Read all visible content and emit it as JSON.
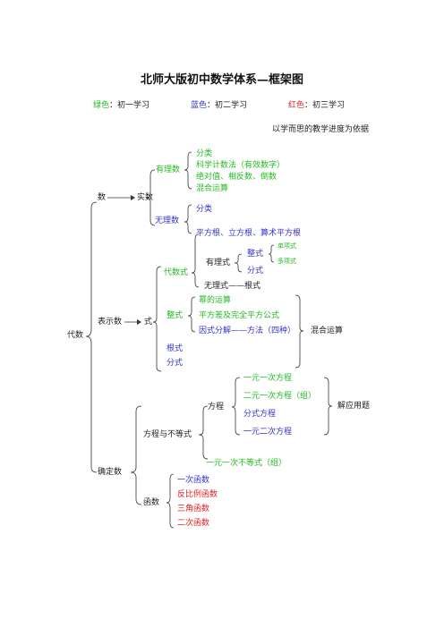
{
  "title": "北师大版初中数学体系—框架图",
  "legend": {
    "green_label": "绿色",
    "green_text": "：初一学习",
    "blue_label": "蓝色",
    "blue_text": "：初二学习",
    "red_label": "红色",
    "red_text": "：初三学习",
    "note": "以学而思的教学进度为依据"
  },
  "colors": {
    "green": "#22bb22",
    "blue": "#3333cc",
    "red": "#dd2222",
    "black": "#222222"
  },
  "tree": {
    "root": "代数",
    "shu": "数",
    "shishu": "实数",
    "youlishu": "有理数",
    "youlishu_items": [
      "分类",
      "科学计数法（有效数字）",
      "绝对值、相反数、倒数",
      "混合运算"
    ],
    "wulishu": "无理数",
    "wulishu_items": [
      "分类",
      "平方根、立方根、算术平方根"
    ],
    "biaoshishu": "表示数",
    "shi": "式",
    "daishushi": "代数式",
    "youlishi": "有理式",
    "zhengshi_a": "整式",
    "danxiangshi": "单项式",
    "duoxiangshi": "多项式",
    "fenshi_a": "分式",
    "wulishi": "无理式——根式",
    "zhengshi": "整式",
    "zhengshi_items": [
      "幂的运算",
      "平方差及完全平方公式",
      "因式分解——方法（四种）"
    ],
    "genshi": "根式",
    "fenshi": "分式",
    "hunhe": "混合运算",
    "quedingshu": "确定数",
    "fangcheng_bdd": "方程与不等式",
    "fangcheng": "方程",
    "fangcheng_items": [
      "一元一次方程",
      "二元一次方程（组）",
      "分式方程",
      "一元二次方程"
    ],
    "jieyingyong": "解应用题",
    "budengshi": "一元一次不等式（组）",
    "hanshu": "函数",
    "hanshu_items": [
      "一次函数",
      "反比例函数",
      "三角函数",
      "二次函数"
    ]
  }
}
